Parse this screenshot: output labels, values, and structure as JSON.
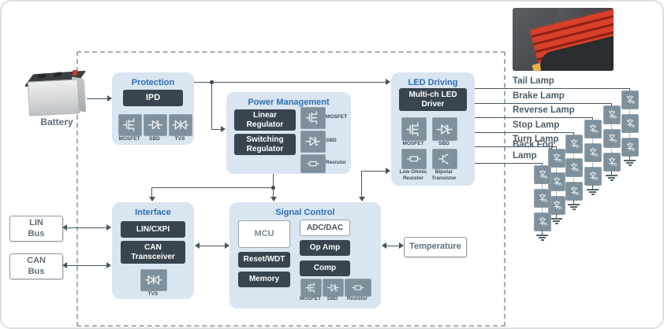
{
  "diagram": {
    "battery_label": "Battery",
    "bus": {
      "lin": [
        "LIN",
        "Bus"
      ],
      "can": [
        "CAN",
        "Bus"
      ]
    },
    "temperature_label": "Temperature",
    "blocks": {
      "protection": {
        "title": "Protection",
        "ipd": "IPD",
        "icons": [
          {
            "name": "mosfet",
            "label": "MOSFET"
          },
          {
            "name": "sbd",
            "label": "SBD"
          },
          {
            "name": "tvs",
            "label": "TVS"
          }
        ]
      },
      "power_management": {
        "title": "Power Management",
        "linear": "Linear Regulator",
        "switching": "Switching Regulator",
        "icons": [
          {
            "name": "mosfet",
            "label": "MOSFET"
          },
          {
            "name": "sbd",
            "label": "SBD"
          },
          {
            "name": "resistor",
            "label": "Resistor"
          }
        ]
      },
      "led_driving": {
        "title": "LED Driving",
        "driver": "Multi-ch LED Driver",
        "icons": [
          {
            "name": "mosfet",
            "label": "MOSFET"
          },
          {
            "name": "sbd",
            "label": "SBD"
          },
          {
            "name": "resistor",
            "label": "Low Ohmic Resistor"
          },
          {
            "name": "bipolar",
            "label": "Bipolar Transistor"
          }
        ]
      },
      "interface": {
        "title": "Interface",
        "lin_cxpi": "LIN/CXPI",
        "can_transceiver": "CAN Transceiver",
        "icons": [
          {
            "name": "tvs",
            "label": "TVS"
          }
        ]
      },
      "signal_control": {
        "title": "Signal Control",
        "mcu": "MCU",
        "reset": "Reset/WDT",
        "memory": "Memory",
        "adc": "ADC/DAC",
        "opamp": "Op Amp",
        "comp": "Comp",
        "icons": [
          {
            "name": "mosfet",
            "label": "MOSFET"
          },
          {
            "name": "sbd",
            "label": "SBD"
          },
          {
            "name": "resistor",
            "label": "Resistor"
          }
        ]
      }
    },
    "lamps": [
      {
        "label": "Tail Lamp",
        "led_count": 3
      },
      {
        "label": "Brake Lamp",
        "led_count": 3
      },
      {
        "label": "Reverse Lamp",
        "led_count": 3
      },
      {
        "label": "Stop Lamp",
        "led_count": 3
      },
      {
        "label": "Turn Lamp",
        "led_count": 3
      },
      {
        "label": "Back Fog Lamp",
        "led_count": 3
      }
    ],
    "colors": {
      "block_bg": "#d9e5f1",
      "chip_dark": "#38454e",
      "icon_gray": "#7e909c",
      "title_blue": "#2f6eb5",
      "line": "#47565f",
      "lamp_text": "#4d5d68",
      "tail_lamp_red": "#d8402c",
      "tail_lamp_amber": "#e8b14a"
    }
  }
}
